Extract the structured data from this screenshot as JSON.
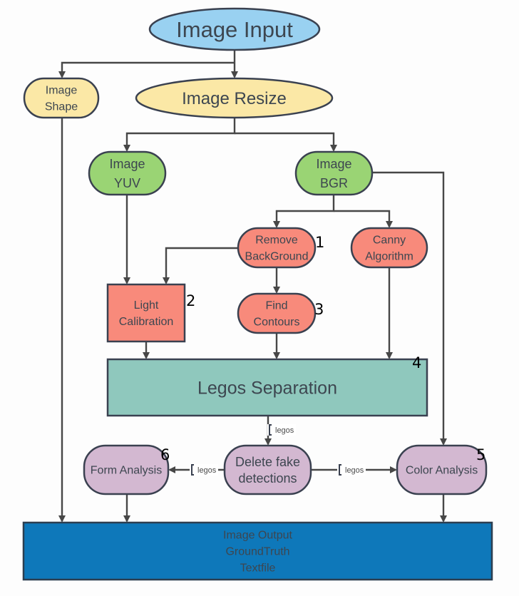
{
  "diagram": {
    "nodes": {
      "image_input": {
        "lines": [
          "Image Input"
        ],
        "color": "#99d1f1"
      },
      "image_shape": {
        "lines": [
          "Image",
          "Shape"
        ],
        "color": "#fbe8a6"
      },
      "image_resize": {
        "lines": [
          "Image Resize"
        ],
        "color": "#fbe8a6"
      },
      "image_yuv": {
        "lines": [
          "Image",
          "YUV"
        ],
        "color": "#9ad474"
      },
      "image_bgr": {
        "lines": [
          "Image",
          "BGR"
        ],
        "color": "#9ad474"
      },
      "remove_background": {
        "lines": [
          "Remove",
          "BackGround"
        ],
        "color": "#f88a7b",
        "step": "1"
      },
      "canny_algorithm": {
        "lines": [
          "Canny",
          "Algorithm"
        ],
        "color": "#f88a7b"
      },
      "light_calibration": {
        "lines": [
          "Light",
          "Calibration"
        ],
        "color": "#f88a7b",
        "step": "2"
      },
      "find_contours": {
        "lines": [
          "Find",
          "Contours"
        ],
        "color": "#f88a7b",
        "step": "3"
      },
      "legos_separation": {
        "lines": [
          "Legos Separation"
        ],
        "color": "#8fc8bd",
        "step": "4"
      },
      "color_analysis": {
        "lines": [
          "Color Analysis"
        ],
        "color": "#d3b8d1",
        "step": "5"
      },
      "form_analysis": {
        "lines": [
          "Form Analysis"
        ],
        "color": "#d3b8d1",
        "step": "6"
      },
      "delete_fake": {
        "lines": [
          "Delete fake",
          "detections"
        ],
        "color": "#d3b8d1"
      },
      "image_output": {
        "lines": [
          "Image Output",
          "GroundTruth",
          "Textfile"
        ],
        "color": "#0e78ba"
      }
    },
    "edge_labels": {
      "separation_to_delete": "legos",
      "delete_to_form": "legos",
      "delete_to_color": "legos"
    },
    "edge_color": "#474747"
  }
}
